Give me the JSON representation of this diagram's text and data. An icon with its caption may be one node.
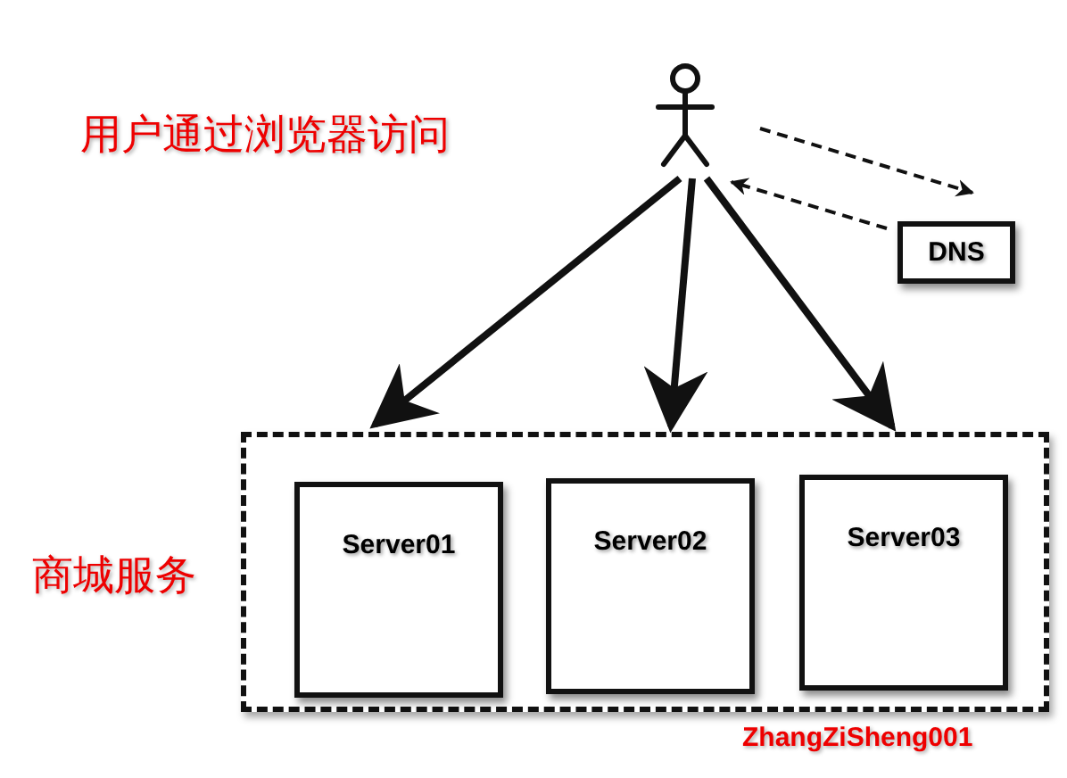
{
  "diagram": {
    "nodes": [
      {
        "text": [],
        "shape": "person"
      },
      {
        "text": [
          "DNS"
        ]
      },
      {
        "text": [],
        "shape": "box"
      },
      {
        "text": [
          "Server01"
        ],
        "in": 2
      },
      {
        "text": [
          "Server02"
        ],
        "in": 2
      },
      {
        "text": [
          "Server03"
        ],
        "in": 2
      }
    ],
    "edges": [
      {
        "from": 0,
        "to": 1,
        "arrow": "to",
        "style": "dashed"
      },
      {
        "from": 1,
        "to": 0,
        "arrow": "to",
        "style": "dashed"
      },
      {
        "from": 0,
        "to": 2,
        "arrow": "to"
      },
      {
        "from": 0,
        "to": 2,
        "arrow": "to"
      },
      {
        "from": 0,
        "to": 2,
        "arrow": "to"
      }
    ],
    "labels": [
      "用户通过浏览器访问",
      "商城服务",
      "ZhangZiSheng001"
    ]
  }
}
